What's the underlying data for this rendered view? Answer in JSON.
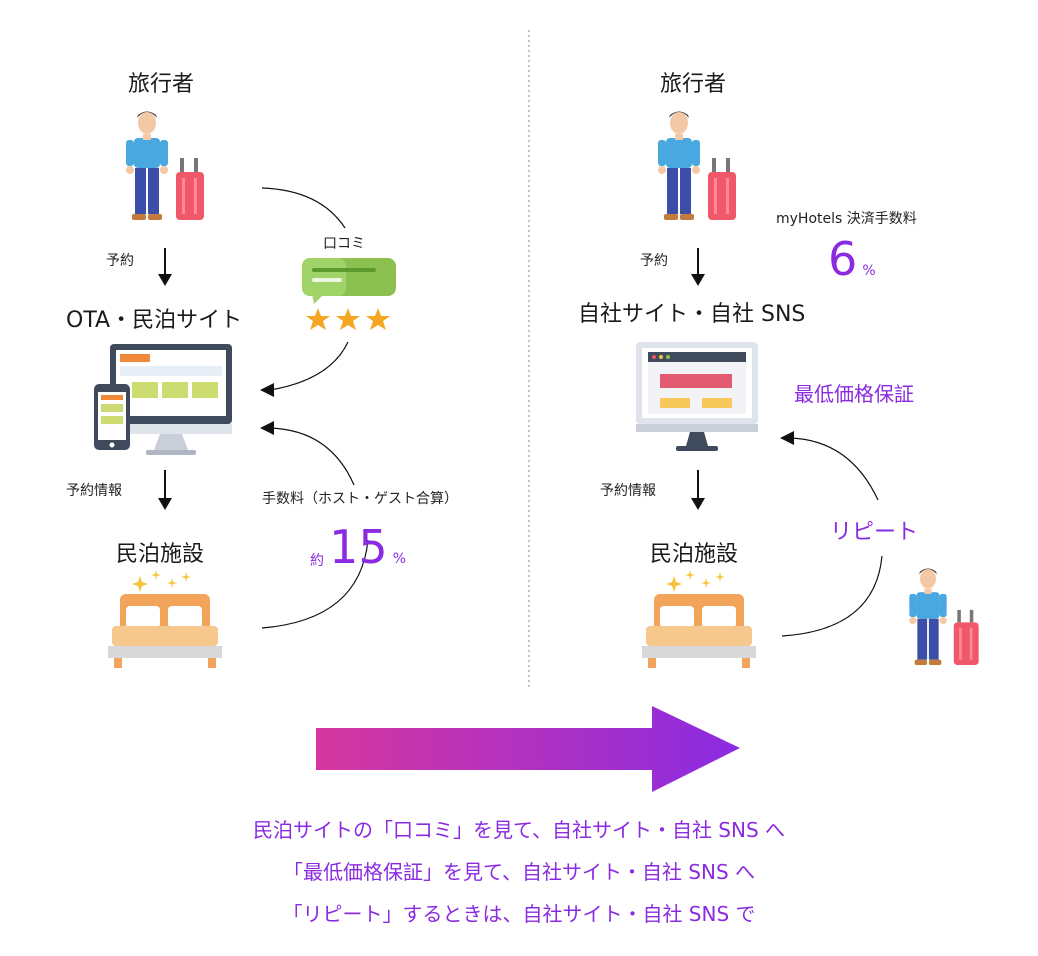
{
  "left": {
    "traveler": "旅行者",
    "reserve": "予約",
    "ota_title": "OTA・民泊サイト",
    "reviews": "口コミ",
    "reserve_info": "予約情報",
    "facility": "民泊施設",
    "fee_label": "手数料（ホスト・ゲスト合算）",
    "fee_prefix": "約",
    "fee_value": "15",
    "fee_unit": "%"
  },
  "right": {
    "traveler": "旅行者",
    "reserve": "予約",
    "own_title": "自社サイト・自社 SNS",
    "settlement_label": "myHotels 決済手数料",
    "settlement_value": "6",
    "settlement_unit": "%",
    "lowest_price": "最低価格保証",
    "reserve_info": "予約情報",
    "facility": "民泊施設",
    "repeat": "リピート"
  },
  "captions": [
    "民泊サイトの「口コミ」を見て、自社サイト・自社 SNS へ",
    "「最低価格保証」を見て、自社サイト・自社 SNS へ",
    "「リピート」するときは、自社サイト・自社 SNS で"
  ],
  "colors": {
    "accent": "#8a2be2",
    "arrow_start": "#d6379e",
    "arrow_end": "#8a2be2"
  },
  "icons": [
    "traveler-icon",
    "review-bubble-icon",
    "star-icon",
    "devices-icon",
    "monitor-icon",
    "bed-icon",
    "sparkle-icon"
  ]
}
